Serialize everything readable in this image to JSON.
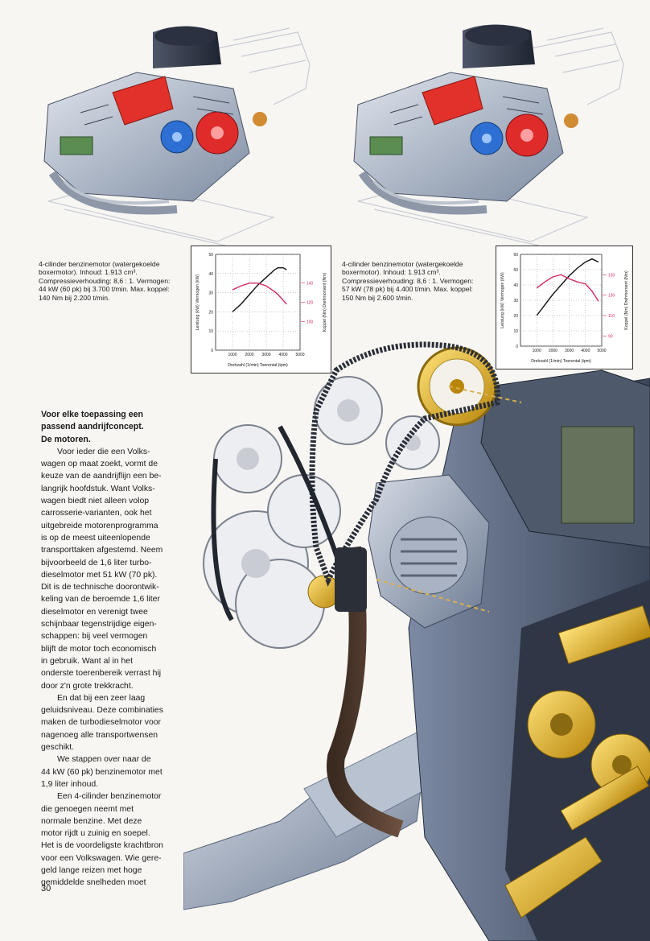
{
  "page": {
    "number": "30"
  },
  "left_engine": {
    "caption_lines": [
      "4-cilinder benzinemotor (watergekoelde",
      "boxermotor). Inhoud: 1.913 cm³.",
      "Compressieverhouding: 8,6 : 1. Vermogen:",
      "44 kW (60 pk) bij 3.700 t/min. Max. koppel:",
      "140 Nm bij 2.200 t/min."
    ]
  },
  "right_engine": {
    "caption_lines": [
      "4-cilinder benzinemotor (watergekoelde",
      "boxermotor). Inhoud: 1.913 cm³.",
      "Compressieverhouding: 8,6 : 1. Vermogen:",
      "57 kW (78 pk) bij 4.400 t/min. Max. koppel:",
      "150 Nm bij 2.600 t/min."
    ]
  },
  "colors": {
    "power": "#111111",
    "torque": "#d12a63"
  },
  "chart_data": [
    {
      "type": "line",
      "x": [
        1000,
        1500,
        2000,
        2500,
        3000,
        3500,
        3700,
        4000,
        4200
      ],
      "series": [
        {
          "values": [
            20,
            24,
            29,
            34,
            38,
            42,
            43,
            43,
            42
          ]
        },
        {
          "values": [
            133,
            137,
            140,
            140,
            137,
            131,
            128,
            122,
            118
          ]
        }
      ],
      "xlabel": "Drehzahl (1/min)   Toerental (tpm)",
      "ylabel": "Leistung (kW)   Vermogen (kW)",
      "y2label": "Koppel (Nm)   Drehmoment (Nm)",
      "xlim": [
        0,
        5000
      ],
      "ylim": [
        0,
        50
      ],
      "y2lim": [
        70,
        170
      ],
      "x_ticks": [
        "1000",
        "2000",
        "3000",
        "4000",
        "5000"
      ],
      "y_ticks": [
        "0",
        "10",
        "20",
        "30",
        "40",
        "50"
      ],
      "y2_ticks": [
        "100",
        "120",
        "140"
      ]
    },
    {
      "type": "line",
      "x": [
        1000,
        1500,
        2000,
        2500,
        3000,
        3500,
        4000,
        4400,
        4800
      ],
      "series": [
        {
          "values": [
            20,
            27,
            34,
            40,
            46,
            51,
            55,
            57,
            55
          ]
        },
        {
          "values": [
            137,
            143,
            148,
            150,
            146,
            143,
            141,
            134,
            124
          ]
        }
      ],
      "xlabel": "Drehzahl (1/min)   Toerental (tpm)",
      "ylabel": "Leistung (kW)   Vermogen (kW)",
      "y2label": "Koppel (Nm)   Drehmoment (Nm)",
      "xlim": [
        0,
        5000
      ],
      "ylim": [
        0,
        60
      ],
      "y2lim": [
        80,
        170
      ],
      "x_ticks": [
        "1000",
        "2000",
        "3000",
        "4000",
        "5000"
      ],
      "y_ticks": [
        "0",
        "10",
        "20",
        "30",
        "40",
        "50",
        "60"
      ],
      "y2_ticks": [
        "90",
        "110",
        "130",
        "150"
      ]
    }
  ],
  "article": {
    "heading_lines": [
      "Voor elke toepassing een",
      "passend aandrijfconcept.",
      "De motoren."
    ],
    "lines": [
      "Voor ieder die een Volks-",
      "wagen op maat zoekt, vormt de",
      "keuze van de aandrijflijn een be-",
      "langrijk hoofdstuk. Want Volks-",
      "wagen biedt niet alleen volop",
      "carrosserie-varianten, ook het",
      "uitgebreide motorenprogramma",
      "is op de meest uiteenlopende",
      "transporttaken afgestemd. Neem",
      "bijvoorbeeld de 1,6 liter turbo-",
      "dieselmotor met 51 kW (70 pk).",
      "Dit is de technische doorontwik-",
      "keling van de beroemde 1,6 liter",
      "dieselmotor en verenigt twee",
      "schijnbaar tegenstrijdige eigen-",
      "schappen: bij veel vermogen",
      "blijft de motor toch economisch",
      "in gebruik. Want al in het",
      "onderste toerenbereik verrast hij",
      "door z'n grote trekkracht.",
      "En dat bij een zeer laag",
      "geluidsniveau. Deze combinaties",
      "maken de turbodieselmotor voor",
      "nagenoeg alle transportwensen",
      "geschikt.",
      "We stappen over naar de",
      "44 kW (60 pk) benzinemotor met",
      "1,9 liter inhoud.",
      "Een 4-cilinder benzinemotor",
      "die genoegen neemt met",
      "normale benzine. Met deze",
      "motor rijdt u zuinig en soepel.",
      "Het is de voordeligste krachtbron",
      "voor een Volkswagen. Wie gere-",
      "geld lange reizen met hoge",
      "gemiddelde snelheden moet"
    ],
    "indented_lines": [
      0,
      20,
      25,
      28
    ]
  }
}
